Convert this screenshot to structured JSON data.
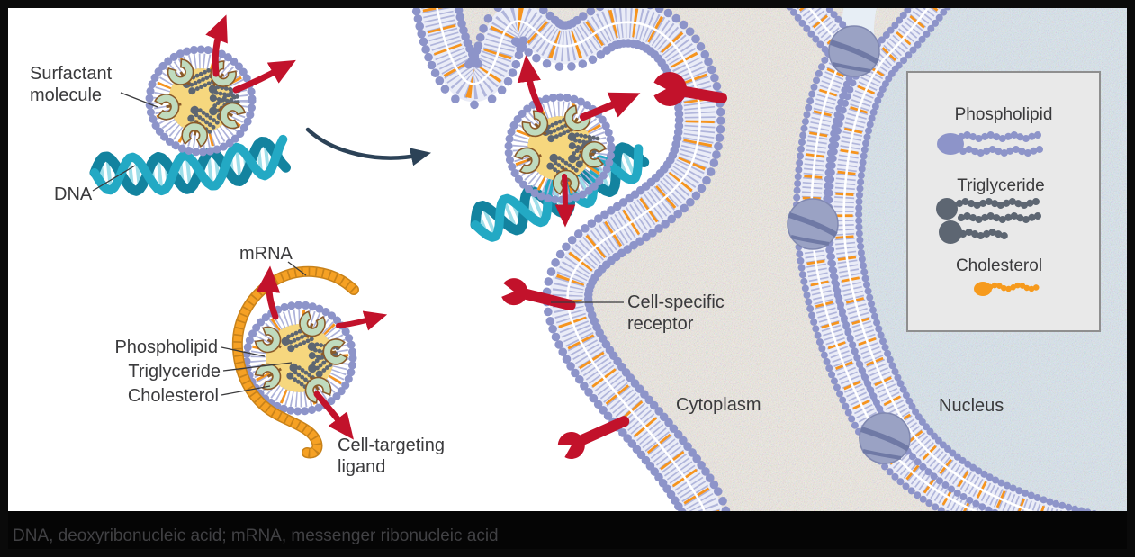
{
  "caption": "DNA, deoxyribonucleic acid; mRNA, messenger ribonucleic acid",
  "labels": {
    "surfactant_1": "Surfactant",
    "surfactant_2": "molecule",
    "dna": "DNA",
    "mrna": "mRNA",
    "phospholipid": "Phospholipid",
    "triglyceride": "Triglyceride",
    "cholesterol": "Cholesterol",
    "cell_targeting_1": "Cell-targeting",
    "cell_targeting_2": "ligand",
    "receptor_1": "Cell-specific",
    "receptor_2": "receptor",
    "cytoplasm": "Cytoplasm",
    "nucleus": "Nucleus"
  },
  "legend": {
    "items": [
      {
        "label": "Phospholipid",
        "color": "#8d94c9"
      },
      {
        "label": "Triglyceride",
        "color": "#5d6672"
      },
      {
        "label": "Cholesterol",
        "color": "#f69a1d"
      }
    ]
  },
  "colors": {
    "head": "#8d94c9",
    "tail_stripe": "#adb2d9",
    "membrane_base": "#eaecf7",
    "cholesterol": "#f6941d",
    "core": "#f6d77e",
    "surfactant": "#c0dbbe",
    "surfactant_outline": "#8a5a2a",
    "triglyceride": "#5d6672",
    "red": "#c2122b",
    "dna_dark": "#13839f",
    "dna_light": "#23a9c4",
    "dna_rung": "#9edee9",
    "mrna": "#f6a124",
    "mrna_dark": "#c8821a",
    "navy": "#2c4257",
    "text": "#3a3a3c",
    "caption_text": "#414144",
    "cytoplasm_base": "#f3eee7",
    "nucleus_base": "#dce8f1",
    "peri_base": "#e7eef5",
    "pore": "#9aa2c4",
    "pore_band": "#6f79a5",
    "legend_bg": "#e9e9e9",
    "legend_border": "#8f8f8f",
    "frame": "#0a0a0a",
    "caption_bar": "#050505"
  }
}
